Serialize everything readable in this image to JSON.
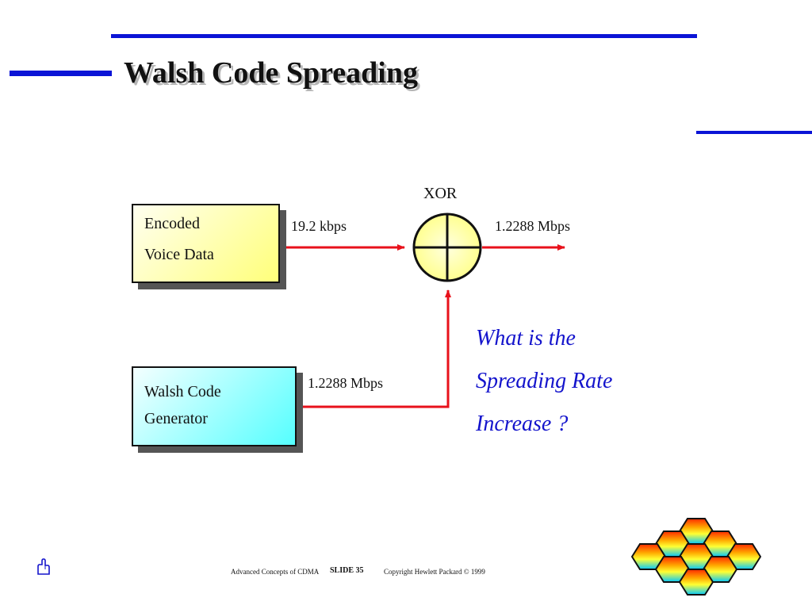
{
  "slide": {
    "title": "Walsh Code Spreading"
  },
  "diagram": {
    "box1": {
      "line1": "Encoded",
      "line2": "Voice Data"
    },
    "box2": {
      "line1": "Walsh Code",
      "line2": "Generator"
    },
    "xor_label": "XOR",
    "rate_input": "19.2 kbps",
    "rate_output": "1.2288 Mbps",
    "rate_walsh": "1.2288 Mbps",
    "arrow_color": "#e8111b"
  },
  "question": {
    "line1": "What is the",
    "line2": "Spreading Rate",
    "line3": "Increase ?"
  },
  "footer": {
    "left": "Advanced Concepts of CDMA",
    "slide_label": "SLIDE  35",
    "right": "Copyright Hewlett Packard © 1999"
  },
  "colors": {
    "accent_rule": "#0b14d6",
    "question_text": "#1414cc",
    "box1_fill": "#ffff7a",
    "box2_fill": "#55ffff"
  },
  "icons": {
    "footer_icon": "pointing-hand-icon",
    "logo": "hexagon-cluster-logo"
  }
}
